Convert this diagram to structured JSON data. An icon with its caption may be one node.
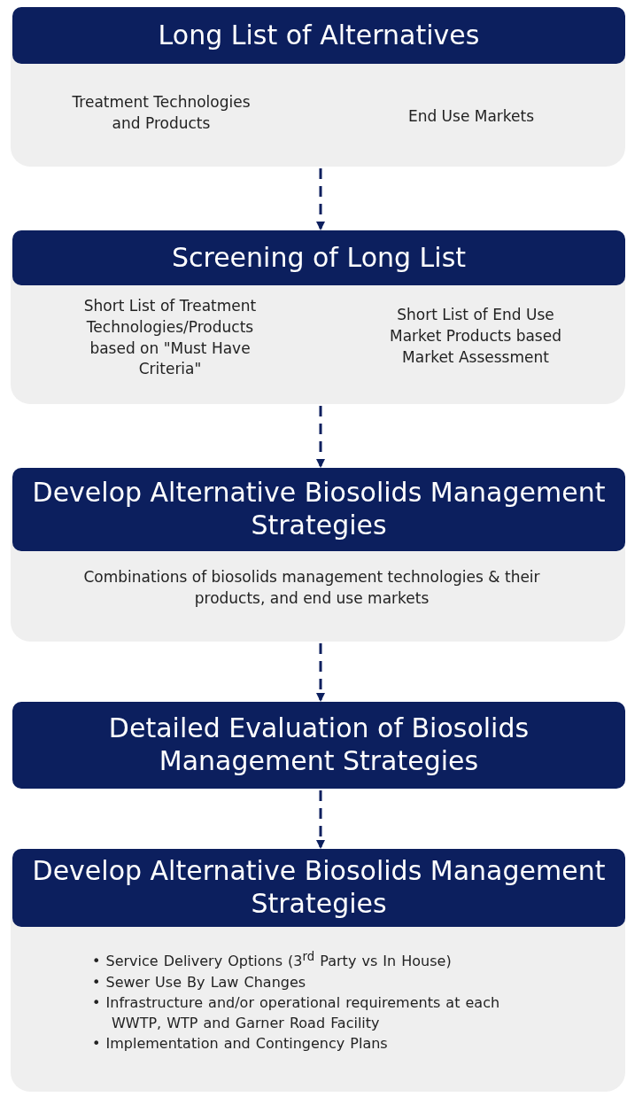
{
  "diagram": {
    "nodes": [
      {
        "text": [
          "Long List of Alternatives",
          "Treatment Technologies and Products",
          "End Use Markets"
        ]
      },
      {
        "text": [
          "Screening of Long List",
          "Short List of Treatment Technologies/Products based on \"Must Have Criteria\"",
          "Short List of End Use Market Products based Market Assessment"
        ]
      },
      {
        "text": [
          "Develop Alternative Biosolids Management Strategies",
          "Combinations of biosolids management technologies & their products, and end use markets"
        ]
      },
      {
        "text": [
          "Detailed Evaluation of Biosolids Management Strategies"
        ]
      },
      {
        "text": [
          "Develop Alternative Biosolids Management Strategies",
          "• Service Delivery Options (3$^{rd}$ Party vs In House)",
          "• Sewer Use By Law Changes",
          "• Infrastructure and/or operational requirements at each WWTP, WTP and Garner Road Facility",
          "• Implementation and Contingency Plans"
        ]
      }
    ],
    "edges": [
      {
        "from": 0,
        "to": 1,
        "arrow": "to",
        "style": "dashed"
      },
      {
        "from": 1,
        "to": 2,
        "arrow": "to",
        "style": "dashed"
      },
      {
        "from": 2,
        "to": 3,
        "arrow": "to",
        "style": "dashed"
      },
      {
        "from": 3,
        "to": 4,
        "arrow": "to",
        "style": "dashed"
      }
    ]
  }
}
